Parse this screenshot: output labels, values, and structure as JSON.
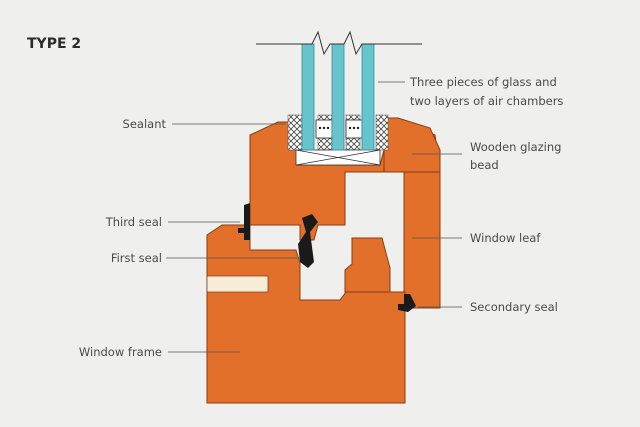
{
  "title": "TYPE 2",
  "labels": {
    "glass_line1": "Three pieces of glass and",
    "glass_line2": "two layers of air chambers",
    "sealant": "Sealant",
    "bead_line1": "Wooden glazing",
    "bead_line2": "bead",
    "third_seal": "Third seal",
    "window_leaf": "Window leaf",
    "first_seal": "First seal",
    "secondary_seal": "Secondary seal",
    "window_frame": "Window frame"
  },
  "colors": {
    "wood": "#e2702a",
    "wood_outline": "#8a3c12",
    "glass": "#67c4cd",
    "glass_outline": "#3a8e98",
    "seal": "#1a1a1a",
    "background": "#efefee"
  }
}
